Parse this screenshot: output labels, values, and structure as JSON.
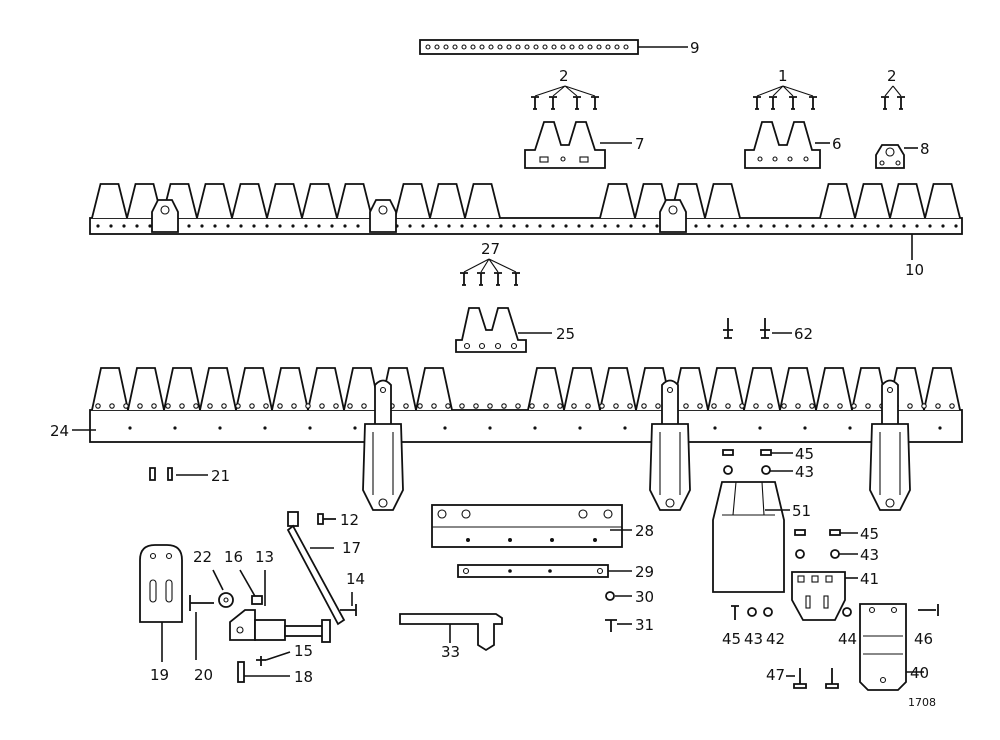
{
  "callouts": {
    "c9": "9",
    "c2a": "2",
    "c1": "1",
    "c2b": "2",
    "c7": "7",
    "c6": "6",
    "c8": "8",
    "c10": "10",
    "c27": "27",
    "c25": "25",
    "c62": "62",
    "c24": "24",
    "c21": "21",
    "c45a": "45",
    "c43a": "43",
    "c51": "51",
    "c45b": "45",
    "c43b": "43",
    "c41": "41",
    "c12": "12",
    "c17": "17",
    "c28": "28",
    "c29": "29",
    "c30": "30",
    "c31": "31",
    "c22": "22",
    "c16": "16",
    "c13": "13",
    "c14": "14",
    "c15": "15",
    "c18": "18",
    "c19": "19",
    "c20": "20",
    "c33": "33",
    "c45c": "45",
    "c43c": "43",
    "c42": "42",
    "c44": "44",
    "c46": "46",
    "c47": "47",
    "c40": "40"
  },
  "figure_number": "1708"
}
